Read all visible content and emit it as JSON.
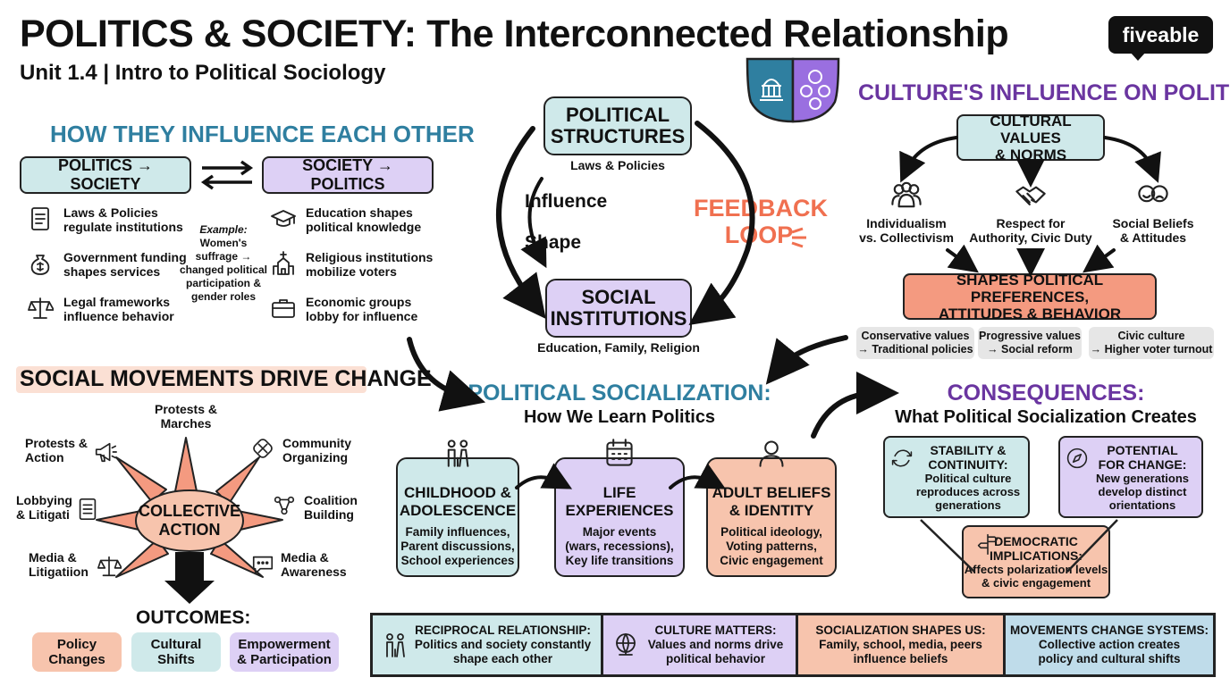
{
  "title": "POLITICS & SOCIETY: The Interconnected Relationship",
  "subtitle": "Unit 1.4 | Intro to Political Sociology",
  "logo": "fiveable",
  "colors": {
    "teal": "#cfe9ea",
    "lavender": "#ddd0f5",
    "peach": "#f7c4ad",
    "salmon": "#f49a80",
    "heading_teal": "#2f7fa0",
    "heading_purple": "#6a35a0",
    "feedback": "#f07050"
  },
  "influence": {
    "heading": "HOW THEY INFLUENCE EACH OTHER",
    "pol_to_soc": "POLITICS → SOCIETY",
    "soc_to_pol": "SOCIETY → POLITICS",
    "left_items": [
      {
        "icon": "document-icon",
        "text": "Laws & Policies\nregulate institutions"
      },
      {
        "icon": "money-bag-icon",
        "text": "Government funding\nshapes services"
      },
      {
        "icon": "scales-icon",
        "text": "Legal frameworks\ninfluence behavior"
      }
    ],
    "example_label": "Example:",
    "example_text": "Women's\nsuffrage →\nchanged political\nparticipation &\ngender roles",
    "right_items": [
      {
        "icon": "graduation-cap-icon",
        "text": "Education shapes\npolitical knowledge"
      },
      {
        "icon": "church-icon",
        "text": "Religious institutions\nmobilize voters"
      },
      {
        "icon": "briefcase-icon",
        "text": "Economic groups\nlobby for influence"
      }
    ]
  },
  "cycle": {
    "top_title": "POLITICAL\nSTRUCTURES",
    "top_sub": "Laws & Policies",
    "bottom_title": "SOCIAL\nINSTITUTIONS",
    "bottom_sub": "Education, Family, Religion",
    "influence_label": "Influence",
    "shape_label": "Shape",
    "feedback": "FEEDBACK\nLOOP"
  },
  "culture": {
    "heading": "CULTURE'S INFLUENCE ON POLITICS",
    "values_box": "CULTURAL VALUES\n& NORMS",
    "items": [
      {
        "icon": "people-group-icon",
        "text": "Individualism\nvs. Collectivism"
      },
      {
        "icon": "handshake-icon",
        "text": "Respect for\nAuthority, Civic Duty"
      },
      {
        "icon": "faces-icon",
        "text": "Social Beliefs\n& Attitudes"
      }
    ],
    "shapes_box": "SHAPES POLITICAL PREFERENCES,\nATTITUDES & BEHAVIOR",
    "examples": [
      "Conservative values\n→ Traditional policies",
      "Progressive values\n→ Social reform",
      "Civic culture\n→ Higher voter turnout"
    ]
  },
  "movements": {
    "heading": "SOCIAL MOVEMENTS DRIVE CHANGE",
    "center": "COLLECTIVE\nACTION",
    "spokes": [
      "Protests &\nMarches",
      "Protests &\nAction",
      "Community\nOrganizing",
      "Lobbying\n& Litigati",
      "Coalition\nBuilding",
      "Media &\nLitigatiion",
      "Media &\nAwareness"
    ],
    "outcomes_label": "OUTCOMES:",
    "outcomes": [
      "Policy\nChanges",
      "Cultural\nShifts",
      "Empowerment\n& Participation"
    ]
  },
  "socialization": {
    "heading": "POLITICAL SOCIALIZATION:",
    "subheading": "How We Learn Politics",
    "stages": [
      {
        "icon": "family-icon",
        "title": "CHILDHOOD &\nADOLESCENCE",
        "text": "Family influences,\nParent discussions,\nSchool experiences"
      },
      {
        "icon": "calendar-icon",
        "title": "LIFE\nEXPERIENCES",
        "text": "Major events\n(wars, recessions),\nKey life transitions"
      },
      {
        "icon": "person-icon",
        "title": "ADULT BELIEFS\n& IDENTITY",
        "text": "Political ideology,\nVoting patterns,\nCivic engagement"
      }
    ]
  },
  "consequences": {
    "heading": "CONSEQUENCES:",
    "subheading": "What Political Socialization Creates",
    "boxes": [
      {
        "icon": "cycle-icon",
        "title": "STABILITY &\nCONTINUITY:",
        "text": "Political culture\nreproduces across\ngenerations"
      },
      {
        "icon": "compass-icon",
        "title": "POTENTIAL\nFOR CHANGE:",
        "text": "New generations\ndevelop distinct\norientations"
      },
      {
        "icon": "signpost-icon",
        "title": "DEMOCRATIC\nIMPLICATIONS:",
        "text": "Affects polarization levels\n& civic engagement"
      }
    ]
  },
  "summary": [
    {
      "icon": "family-icon",
      "title": "RECIPROCAL RELATIONSHIP:",
      "text": "Politics and society constantly\nshape each other"
    },
    {
      "icon": "globe-icon",
      "title": "CULTURE MATTERS:",
      "text": "Values and norms drive\npolitical behavior"
    },
    {
      "icon": "",
      "title": "SOCIALIZATION SHAPES US:",
      "text": "Family, school, media, peers\ninfluence beliefs"
    },
    {
      "icon": "",
      "title": "MOVEMENTS CHANGE SYSTEMS:",
      "text": "Collective action creates\npolicy and cultural shifts"
    }
  ]
}
